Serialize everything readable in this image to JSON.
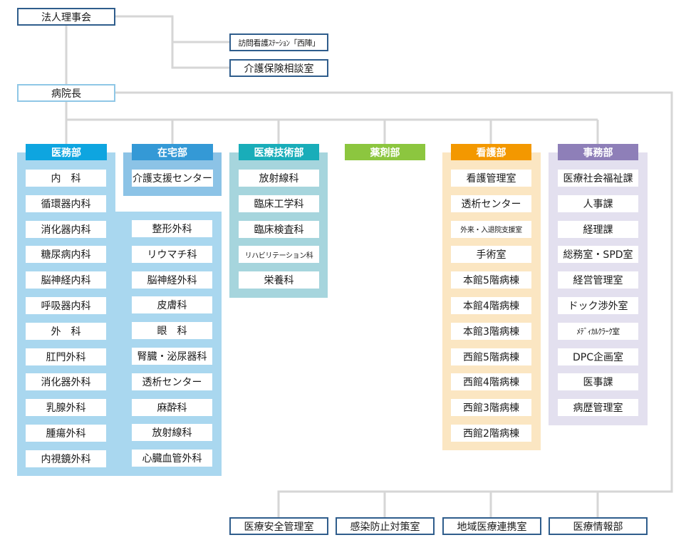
{
  "colors": {
    "line": "#d6d6d6",
    "box_border_navy": "#2f5d8c",
    "box_border_light": "#8fc7e6",
    "iryo_header": "#0ea5e0",
    "iryo_bg": "#a9d7ef",
    "zaitaku_header": "#3499d6",
    "zaitaku_bg": "#8cc3e6",
    "gijutsu_header": "#19adb9",
    "gijutsu_bg": "#a6d5dd",
    "yakuzai_header": "#8cc63f",
    "kango_header": "#f39800",
    "kango_bg": "#fbe6c2",
    "jimu_header": "#8e7fb8",
    "jimu_bg": "#e3e0ef"
  },
  "top": {
    "board": "法人理事会",
    "station": "訪問看護ｽﾃｰｼｮﾝ「西陣」",
    "care_consult": "介護保険相談室",
    "director": "病院長"
  },
  "departments": {
    "iryo": {
      "name": "医務部",
      "col1": [
        "内　科",
        "循環器内科",
        "消化器内科",
        "糖尿病内科",
        "脳神経内科",
        "呼吸器内科",
        "外　科",
        "肛門外科",
        "消化器外科",
        "乳腺外科",
        "腫瘍外科",
        "内視鏡外科"
      ],
      "col2": [
        "整形外科",
        "リウマチ科",
        "脳神経外科",
        "皮膚科",
        "眼　科",
        "腎臓・泌尿器科",
        "透析センター",
        "麻酔科",
        "放射線科",
        "心臓血管外科"
      ]
    },
    "zaitaku": {
      "name": "在宅部",
      "items": [
        "介護支援センター"
      ]
    },
    "gijutsu": {
      "name": "医療技術部",
      "items": [
        "放射線科",
        "臨床工学科",
        "臨床検査科",
        "リハビリテーション科",
        "栄養科"
      ]
    },
    "yakuzai": {
      "name": "薬剤部"
    },
    "kango": {
      "name": "看護部",
      "items": [
        "看護管理室",
        "透析センター",
        "外来・入退院支援室",
        "手術室",
        "本館5階病棟",
        "本館4階病棟",
        "本館3階病棟",
        "西館5階病棟",
        "西館4階病棟",
        "西館3階病棟",
        "西館2階病棟"
      ]
    },
    "jimu": {
      "name": "事務部",
      "items": [
        "医療社会福祉課",
        "人事課",
        "経理課",
        "総務室・SPD室",
        "経営管理室",
        "ドック渉外室",
        "ﾒﾃﾞｨｶﾙｸﾗｰｸ室",
        "DPC企画室",
        "医事課",
        "病歴管理室"
      ]
    }
  },
  "bottom": [
    "医療安全管理室",
    "感染防止対策室",
    "地域医療連携室",
    "医療情報部"
  ]
}
